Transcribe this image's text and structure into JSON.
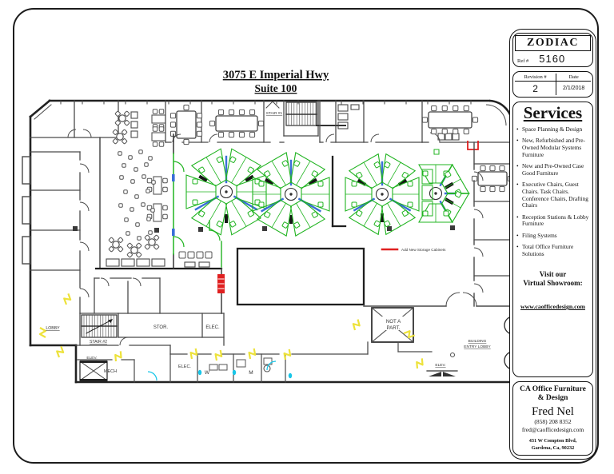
{
  "plan": {
    "title": {
      "line1": "3075 E Imperial Hwy",
      "line2": "Suite 100"
    },
    "labels": {
      "stair1": "STAIR #1",
      "stair2": "STAIR #2",
      "lobby": "LOBBY",
      "elev_left": "ELEV.",
      "elev_right": "ELEV.",
      "mech": "MECH",
      "stor": "STOR.",
      "elec_upper": "ELEC.",
      "elec_lower": "ELEC.",
      "women": "W",
      "men": "M",
      "not_a_part_1": "NOT A",
      "not_a_part_2": "PART.",
      "entry_1": "BUILDING",
      "entry_2": "ENTRY LOBBY"
    },
    "legend": {
      "label": "Add New Storage Cabinets"
    },
    "colors": {
      "wall": "#4a4a4a",
      "wall_dark": "#222222",
      "desk_green": "#21b421",
      "spine_blue": "#3a6fd8",
      "door_yellow": "#ede23b",
      "fixture_cyan": "#18c6e8",
      "accent_red": "#e02020"
    }
  },
  "titleblock": {
    "company": "ZODIAC",
    "ref_label": "Ref #",
    "ref_value": "5160",
    "revision_label": "Revision #",
    "date_label": "Date",
    "revision_value": "2",
    "date_value": "2/1/2018",
    "services": {
      "heading": "Services",
      "items": [
        "Space Planning & Design",
        "New, Refurbished and Pre-Owned Modular Systems Furniture",
        "New and Pre-Owned Case Good Furniture",
        "Executive Chairs, Guest Chairs. Task Chairs. Conference Chairs, Drafting Chairs",
        "Reception Stations & Lobby Furniture",
        "Filing Systems",
        "Total Office Furniture Solutions"
      ]
    },
    "showroom": {
      "line1": "Visit our",
      "line2": "Virtual Showroom:",
      "url": "www.caofficedesign.com"
    },
    "contact": {
      "company_line1": "CA Office Furniture",
      "company_line2": "& Design",
      "name": "Fred Nel",
      "phone": "(858) 208 8352",
      "email": "fred@caofficedesign.com",
      "address_line1": "431 W Compton Blvd,",
      "address_line2": "Gardena, Ca, 90232"
    }
  }
}
